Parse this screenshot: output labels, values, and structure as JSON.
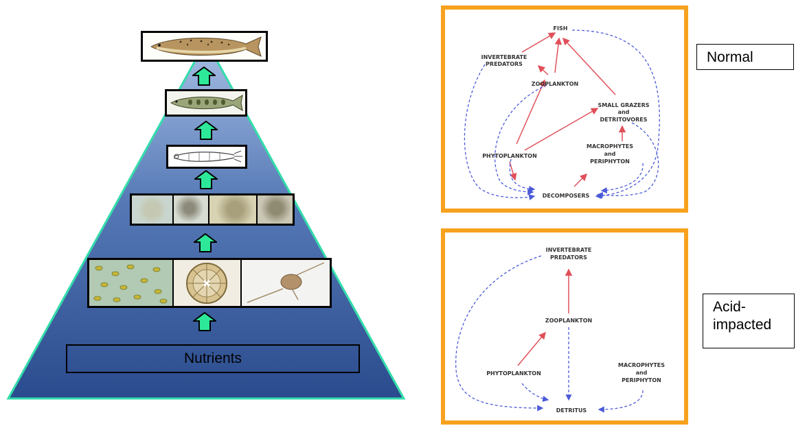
{
  "pyramid": {
    "nutrients_label": "Nutrients",
    "colors": {
      "fill_top": "#8aa8d4",
      "fill_bottom": "#1f3d7a",
      "outline": "#33ddaa",
      "arrow": "#2ee89a"
    }
  },
  "normal_diagram": {
    "tag": "Normal",
    "nodes": {
      "fish": "FISH",
      "invertebrate_predators": [
        "INVERTEBRATE",
        "PREDATORS"
      ],
      "zooplankton": "ZOOPLANKTON",
      "small_grazers": [
        "SMALL GRAZERS",
        "and",
        "DETRITOVORES"
      ],
      "phytoplankton": "PHYTOPLANKTON",
      "macrophytes": [
        "MACROPHYTES",
        "and",
        "PERIPHYTON"
      ],
      "decomposers": "DECOMPOSERS"
    }
  },
  "acid_diagram": {
    "tag": "Acid-impacted",
    "nodes": {
      "invertebrate_predators": [
        "INVERTEBRATE",
        "PREDATORS"
      ],
      "zooplankton": "ZOOPLANKTON",
      "phytoplankton": "PHYTOPLANKTON",
      "macrophytes": [
        "MACROPHYTES",
        "and",
        "PERIPHYTON"
      ],
      "detritus": "DETRITUS"
    }
  },
  "colors": {
    "panel_border": "#f7a21e",
    "feeding_arrow": "#e0505a",
    "decomposition_arrow": "#4a5ad8"
  }
}
